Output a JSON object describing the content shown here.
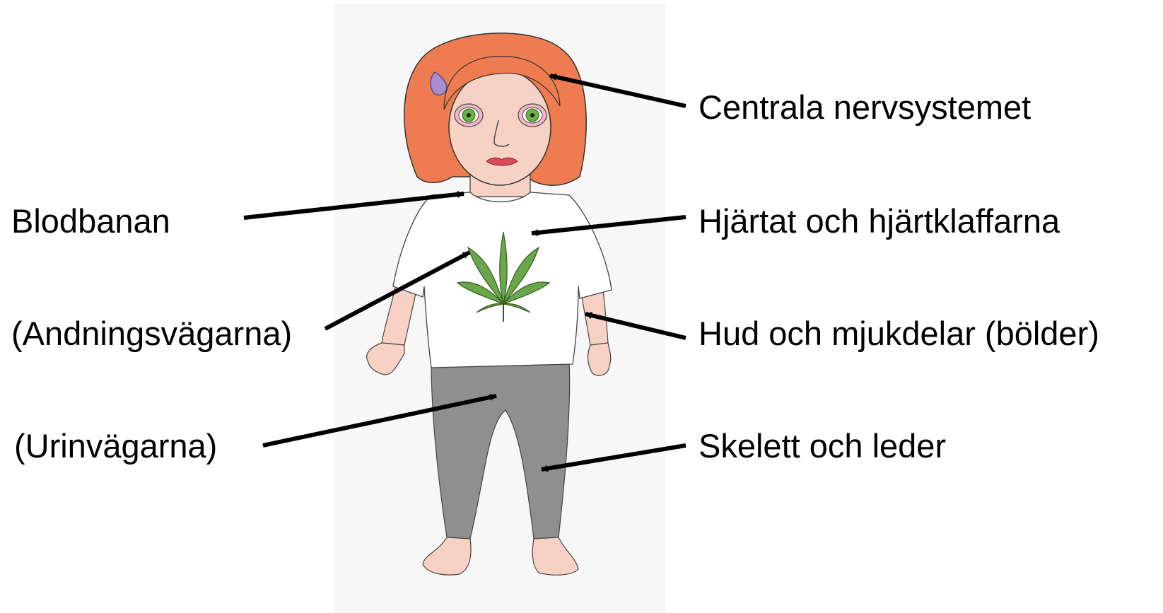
{
  "diagram": {
    "colors": {
      "panel_background": "#f7f7f7",
      "hair": "#ee7c50",
      "skin": "#f7d2c4",
      "shirt": "#ffffff",
      "pants": "#8f8f8f",
      "leaf": "#69a84a",
      "eyes": "#6db33f",
      "hair_clip": "#a98fd0",
      "lips": "#d94a5a",
      "arrows": "#000000"
    },
    "labels": {
      "cns": "Centrala nervsystemet",
      "heart": "Hjärtat och hjärtklaffarna",
      "skin": "Hud och mjukdelar (bölder)",
      "bone": "Skelett och leder",
      "blood": "Blodbanan",
      "respiratory": "(Andningsvägarna)",
      "urinary": "(Urinvägarna)"
    },
    "icons": [
      "cannabis-leaf-icon",
      "hair-clip-icon"
    ]
  }
}
